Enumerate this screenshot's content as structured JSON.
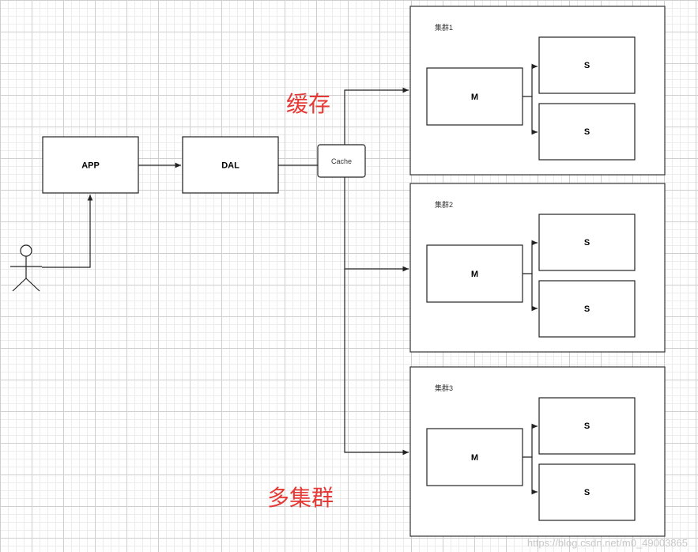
{
  "nodes": {
    "app": "APP",
    "dal": "DAL",
    "cache": "Cache"
  },
  "clusters": [
    {
      "title": "集群1",
      "master": "M",
      "slaves": [
        "S",
        "S"
      ]
    },
    {
      "title": "集群2",
      "master": "M",
      "slaves": [
        "S",
        "S"
      ]
    },
    {
      "title": "集群3",
      "master": "M",
      "slaves": [
        "S",
        "S"
      ]
    }
  ],
  "annotations": {
    "cache": "缓存",
    "multi_cluster": "多集群"
  },
  "watermark": "https://blog.csdn.net/m0_49003865",
  "colors": {
    "annotation": "#e53935",
    "line": "#222222"
  }
}
